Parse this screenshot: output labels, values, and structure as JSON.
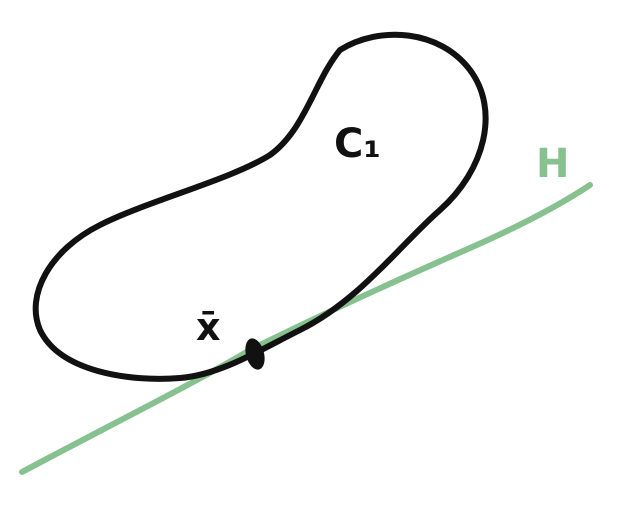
{
  "diagram": {
    "labels": {
      "set": "C₁",
      "hyperplane": "H",
      "point": "x̄"
    },
    "colors": {
      "background": "#ffffff",
      "set_outline": "#111111",
      "hyperplane": "#86c18f",
      "point": "#111111"
    }
  }
}
